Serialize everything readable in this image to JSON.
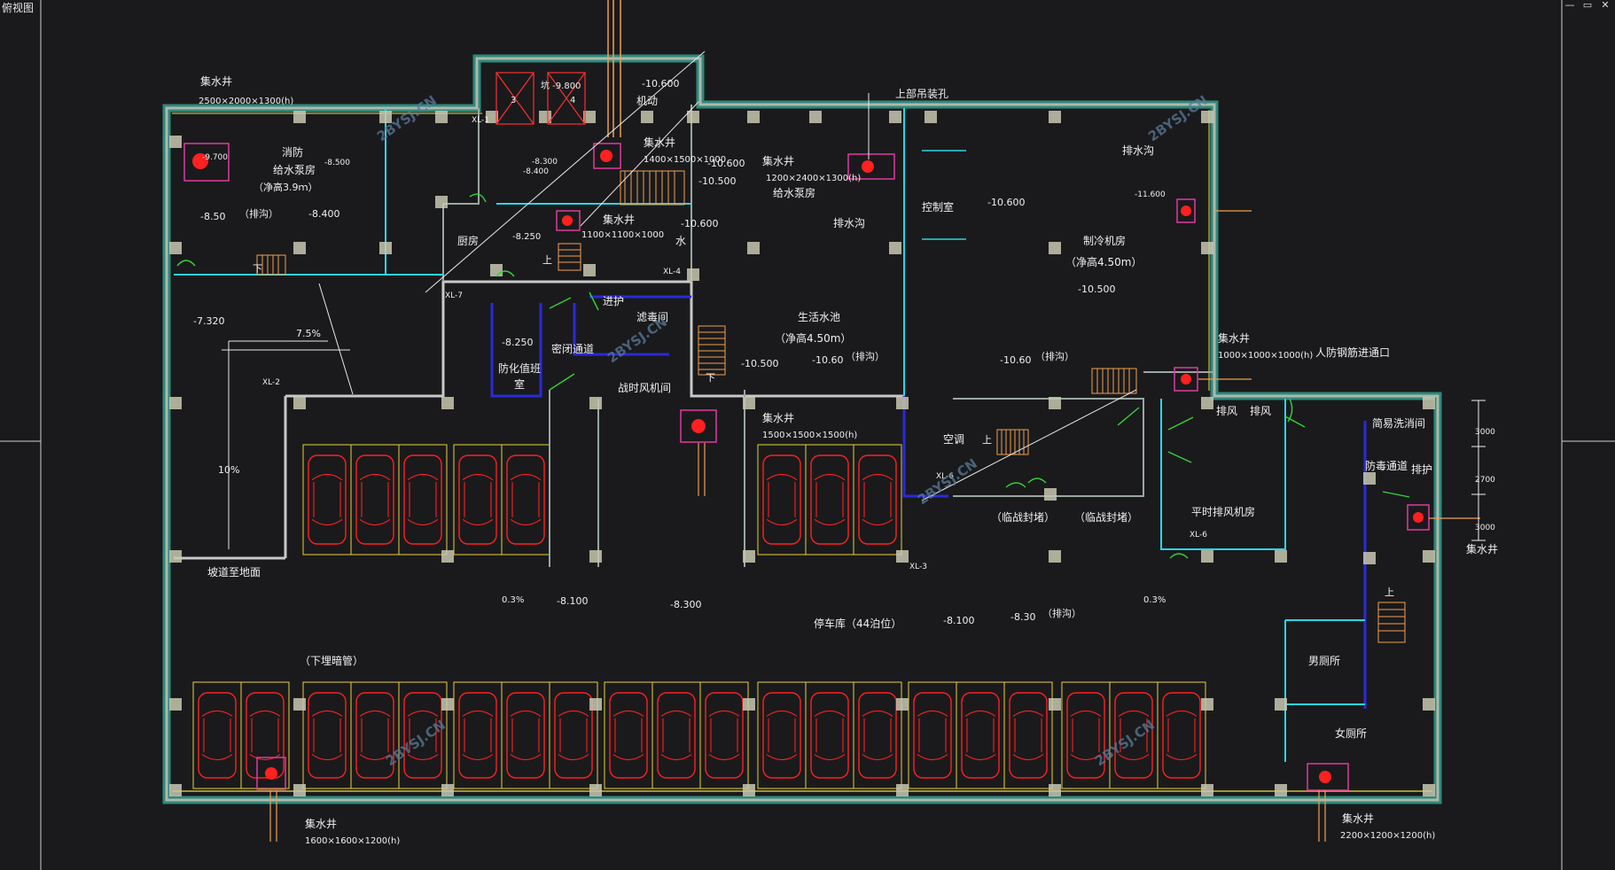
{
  "window": {
    "corner_label": "俯视图",
    "controls": [
      "—",
      "▭",
      "✕"
    ]
  },
  "colors": {
    "background": "#1a1a1c",
    "wall": "#9aa7a0",
    "wall_outline": "#3fe6d0",
    "column": "#c8c8b0",
    "parking_red": "#ff2020",
    "parking_yellow": "#e8d23a",
    "label": "#f0f0f0",
    "cyan": "#29d6e8",
    "blue": "#2a2ad8",
    "green": "#34d434",
    "orange": "#f0a050",
    "magenta": "#e03aa0",
    "watermark": "#5a7a9a"
  },
  "watermark": "2BYSJ.CN",
  "labels": {
    "sump_top_left": "集水井",
    "sump_top_left_size": "2500×2000×1300(h)",
    "fire_pump": "消防",
    "fire_pump_2": "给水泵房",
    "fire_pump_h": "（净高3.9ｍ）",
    "elev_9700": "-9.700",
    "elev_8500": "-8.500",
    "elev_850": "-8.50",
    "gou": "（排沟）",
    "elev_8400": "-8.400",
    "down_1": "下",
    "elev_7320": "-7.320",
    "slope_75": "7.5%",
    "slope_10": "10%",
    "ramp_label": "坡道至地面",
    "xl2": "XL-2",
    "xl1": "XL-1",
    "kitchen": "厨房",
    "elev_8250a": "-8.250",
    "up_1": "上",
    "elev_8300a": "-8.300",
    "elev_8400b": "-8.400",
    "shaft_3": "3",
    "shaft_pit": "坑 -9.800",
    "shaft_4": "4",
    "elev_10600a": "-10.600",
    "machine": "机动",
    "sump_mid": "集水井",
    "sump_mid_size": "1400×1500×1000",
    "elev_10600b": "-10.600",
    "elev_10500a": "-10.500",
    "sump_small": "集水井",
    "sump_small_size": "1100×1100×1000",
    "elev_10600c": "-10.600",
    "water_1": "水",
    "xl4": "XL-4",
    "xl7": "XL-7",
    "jinfang": "进护",
    "filter": "滤毒间",
    "elev_8250b": "-8.250",
    "duty": "防化值班",
    "duty_2": "室",
    "airlock": "密闭通道",
    "wartime_fan": "战时风机间",
    "hoist_hole": "上部吊装孔",
    "sump_pump": "集水井",
    "sump_pump_size": "1200×2400×1300(h)",
    "supply_pump": "给水泵房",
    "drain_ditch": "排水沟",
    "control": "控制室",
    "elev_10600d": "-10.600",
    "chiller": "制冷机房",
    "chiller_h": "（净高4.50m）",
    "elev_10500b": "-10.500",
    "elev_11600": "-11.600",
    "drain_ditch_2": "排水沟",
    "pool": "生活水池",
    "pool_h": "（净高4.50m）",
    "elev_10500c": "-10.500",
    "elev_1060a": "-10.60",
    "gou_2": "（排沟）",
    "elev_1060b": "-10.60",
    "gou_3": "（排沟）",
    "down_2": "下",
    "sump_right": "集水井",
    "sump_right_size": "1000×1000×1000(h)",
    "civil_exit": "人防钢筋进通口",
    "exhaust_1": "排风",
    "exhaust_2": "排风",
    "simple_wash": "简易洗消间",
    "airlock_2": "防毒通道",
    "jinfang_2": "排护",
    "sump_car": "集水井",
    "sump_car_size": "1500×1500×1500(h)",
    "kong": "空调",
    "xl6": "XL-6",
    "up_2": "上",
    "temp_wall_1": "（临战封堵）",
    "temp_wall_2": "（临战封堵）",
    "normal_fan": "平时排风机房",
    "xl6b": "XL-6",
    "xl3": "XL-3",
    "dim_3000a": "3000",
    "dim_2700": "2700",
    "dim_3000b": "3000",
    "sump_side": "集水井",
    "up_3": "上",
    "male_wc": "男厕所",
    "female_wc": "女厕所",
    "slope_03a": "0.3%",
    "elev_8100a": "-8.100",
    "elev_8300b": "-8.300",
    "garage": "停车库（44泊位）",
    "elev_8100b": "-8.100",
    "elev_830": "-8.30",
    "gou_4": "（排沟）",
    "slope_03b": "0.3%",
    "pipe_note": "（下埋暗管）",
    "sump_bl": "集水井",
    "sump_bl_size": "1600×1600×1200(h)",
    "sump_br": "集水井",
    "sump_br_size": "2200×1200×1200(h)"
  }
}
